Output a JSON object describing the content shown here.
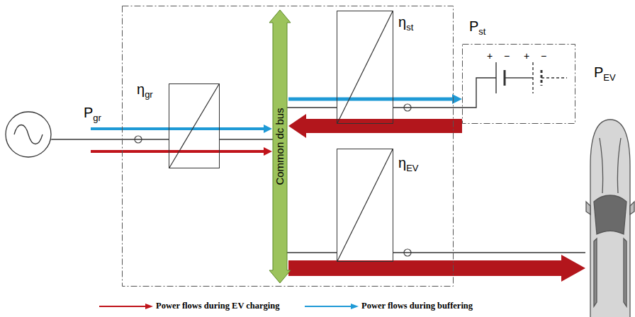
{
  "diagram": {
    "nodes": [
      {
        "text": [
          "Pgr"
        ]
      },
      {
        "text": []
      },
      {
        "text": [
          "ηgr"
        ],
        "in": 1
      },
      {
        "text": [
          "Common dc bus"
        ],
        "in": 1
      },
      {
        "text": [
          "ηst"
        ],
        "in": 1
      },
      {
        "text": [
          "ηEV"
        ],
        "in": 1
      },
      {
        "text": [
          "Pst"
        ]
      },
      {
        "text": [
          "PEV"
        ]
      }
    ],
    "edges": [
      {
        "from": 0,
        "to": 2,
        "arrow": "none"
      },
      {
        "from": 2,
        "to": 3,
        "arrow": "none"
      },
      {
        "from": 3,
        "to": 4,
        "arrow": "none"
      },
      {
        "from": 4,
        "to": 6,
        "arrow": "none"
      },
      {
        "from": 3,
        "to": 5,
        "arrow": "none"
      },
      {
        "from": 5,
        "to": 7,
        "arrow": "none"
      }
    ],
    "labels": [
      "+",
      "−",
      "+",
      "−"
    ],
    "legend": [
      {
        "text": "Power flows during EV charging"
      },
      {
        "text": "Power flows during buffering"
      }
    ]
  }
}
